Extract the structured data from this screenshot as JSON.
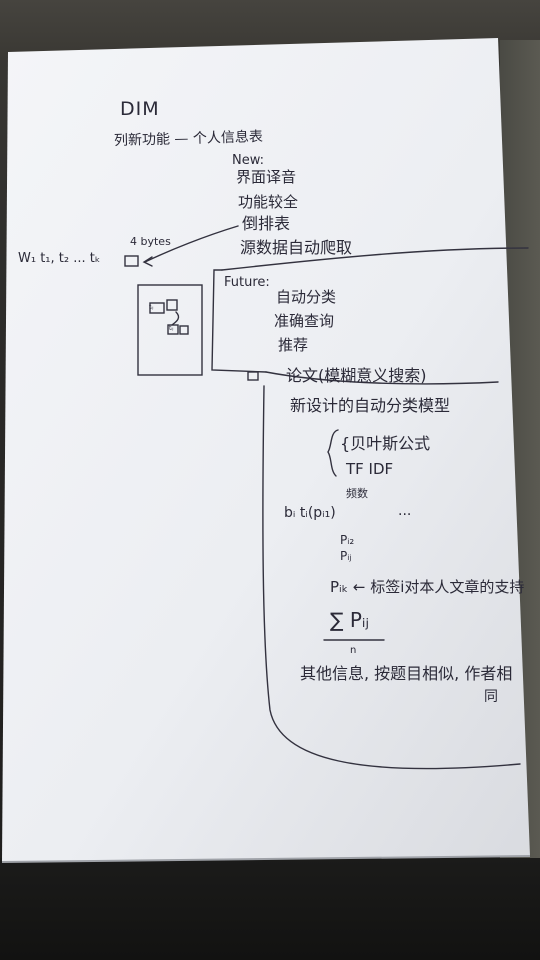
{
  "photo": {
    "subject": "handwritten-notes-on-paper",
    "paper_color": "#f3f4f6",
    "ink_color": "#2e2d3a",
    "background_color": "#2a2927"
  },
  "notes": {
    "title": "DIM",
    "func_line": "列新功能 — 个人信息表",
    "new_label": "New:",
    "new_items": [
      "界面译音",
      "功能较全",
      "倒排表",
      "源数据自动爬取"
    ],
    "w_row": "W₁  t₁, t₂ ... tₖ",
    "bytes_label": "4 bytes",
    "future_label": "Future:",
    "future_items": [
      "自动分类",
      "准确查询",
      "推荐"
    ],
    "paper_line": "论文(模糊意义搜索)",
    "model_line": "新设计的自动分类模型",
    "bayes_line": "{贝叶斯公式",
    "tfidf_line": "TF IDF",
    "freq_label": "频数",
    "bi_row": "bᵢ  tᵢ(pᵢ₁)",
    "dots": "...",
    "pi2": "Pᵢ₂",
    "pij": "Pᵢⱼ",
    "pik": "Pᵢₖ ← 标签i对本人文章的支持",
    "sigma": "∑ Pᵢⱼ",
    "sigma_sub": "n",
    "other_line": "其他信息, 按题目相似, 作者相",
    "other_line2": "同",
    "tiny_1": "tᵢⱼ",
    "tiny_2": "tᵢⱼ"
  }
}
